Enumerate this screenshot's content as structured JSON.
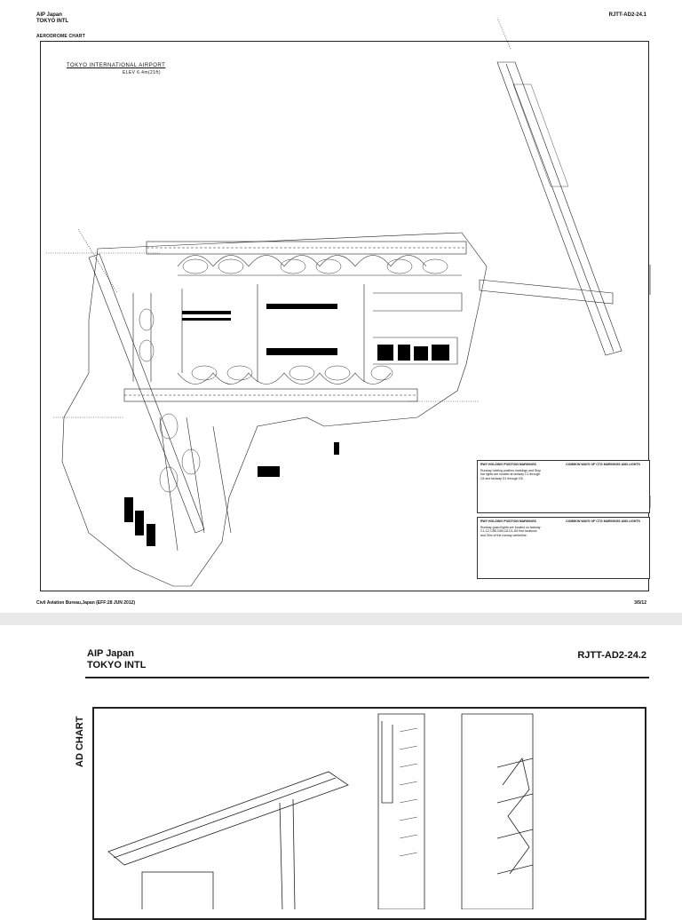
{
  "page1": {
    "header_left_line1": "AIP Japan",
    "header_left_line2": "TOKYO INTL",
    "header_right": "RJTT-AD2-24.1",
    "section_title": "AERODROME CHART",
    "airport_title": "TOKYO INTERNATIONAL AIRPORT",
    "airport_elev": "ELEV 6.4m(21ft)",
    "footer_left": "Civil Aviation Bureau,Japan (EFF:28 JUN 2012)",
    "footer_right": "3/5/12",
    "legend_top": {
      "subtitle": "RWY HOLDING POSITION MARKINGS",
      "header": "COMMON WAYS OF CTG MARKINGS AND LIGHTS",
      "note": "Runway holding position markings and Stop bar lights are located at taxiway C1 through C8 and taxiway D1 through D5."
    },
    "legend_bottom": {
      "subtitle": "RWY HOLDING POSITION MARKINGS",
      "header": "COMMON WAYS OF CTG MARKINGS AND LIGHTS",
      "note": "Runway guard lights are located on taxiway C1-C2,C5B,C6B,C8,D1-D5 first locations and 30m of the runway centerline."
    }
  },
  "page2": {
    "header_left_line1": "AIP Japan",
    "header_left_line2": "TOKYO INTL",
    "header_right": "RJTT-AD2-24.2",
    "vertical_title": "AD CHART"
  },
  "colors": {
    "ink": "#111111",
    "paper": "#ffffff",
    "gap": "#e9e9e9",
    "fill": "#000000"
  }
}
